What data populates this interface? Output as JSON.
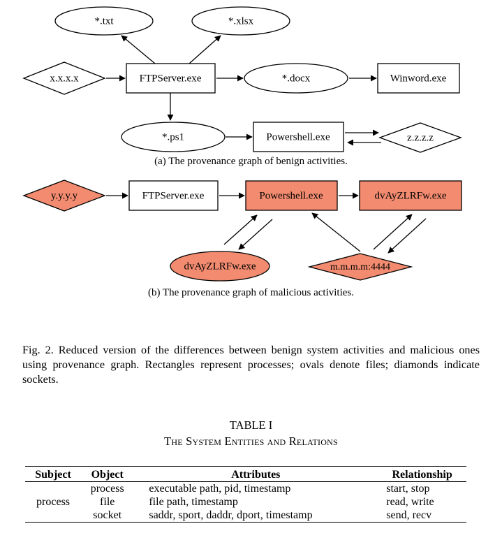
{
  "graph_a": {
    "nodes": {
      "txt": "*.txt",
      "xlsx": "*.xlsx",
      "xxxx": "x.x.x.x",
      "ftp": "FTPServer.exe",
      "docx": "*.docx",
      "winword": "Winword.exe",
      "ps1": "*.ps1",
      "powershell": "Powershell.exe",
      "zzzz": "z.z.z.z"
    },
    "caption": "(a) The provenance graph of benign activities."
  },
  "graph_b": {
    "nodes": {
      "yyyy": "y.y.y.y",
      "ftp": "FTPServer.exe",
      "powershell": "Powershell.exe",
      "dvproc": "dvAyZLRFw.exe",
      "dvfile": "dvAyZLRFw.exe",
      "mmmm": "m.m.m.m:4444"
    },
    "caption": "(b) The provenance graph of malicious activities."
  },
  "colors": {
    "malicious_fill": "#f28b70",
    "line": "#000000"
  },
  "figure_caption": "Fig. 2.  Reduced version of the differences between benign system activities and malicious ones using provenance graph. Rectangles represent processes; ovals denote files; diamonds indicate sockets.",
  "table": {
    "number": "TABLE I",
    "title": "The System Entities and Relations",
    "headers": [
      "Subject",
      "Object",
      "Attributes",
      "Relationship"
    ],
    "subject": "process",
    "rows": [
      {
        "object": "process",
        "attributes": "executable path, pid, timestamp",
        "relationship": "start, stop"
      },
      {
        "object": "file",
        "attributes": "file path,  timestamp",
        "relationship": "read, write"
      },
      {
        "object": "socket",
        "attributes": "saddr, sport, daddr, dport, timestamp",
        "relationship": "send, recv"
      }
    ]
  }
}
